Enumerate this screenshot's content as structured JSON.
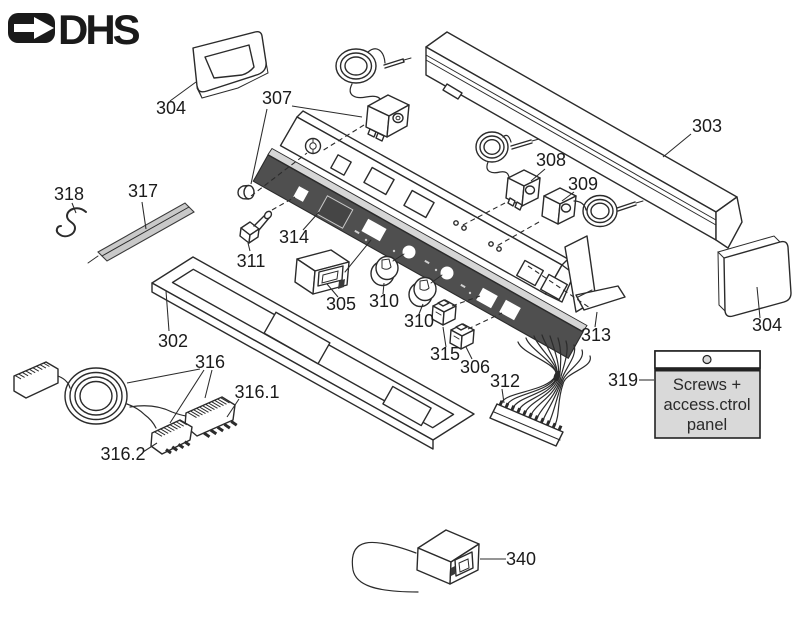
{
  "logo": {
    "text": "DHS"
  },
  "labels": {
    "l304_top": "304",
    "l307": "307",
    "l303": "303",
    "l308": "308",
    "l309": "309",
    "l318": "318",
    "l317": "317",
    "l311": "311",
    "l314": "314",
    "l305": "305",
    "l310_upper": "310",
    "l310_lower": "310",
    "l315": "315",
    "l306": "306",
    "l302": "302",
    "l313": "313",
    "l312": "312",
    "l316": "316",
    "l316_1": "316.1",
    "l316_2": "316.2",
    "l319": "319",
    "l304_right": "304",
    "l340": "340"
  },
  "packet": {
    "line1": "Screws +",
    "line2": "access.ctrol",
    "line3": "panel"
  },
  "colors": {
    "background": "#ffffff",
    "line": "#2b2b2b",
    "panel_front": "#4f4f4f",
    "strip_317": "#c9c9c9",
    "packet_body": "#d9d9d9",
    "logo": "#1a1a1a"
  }
}
